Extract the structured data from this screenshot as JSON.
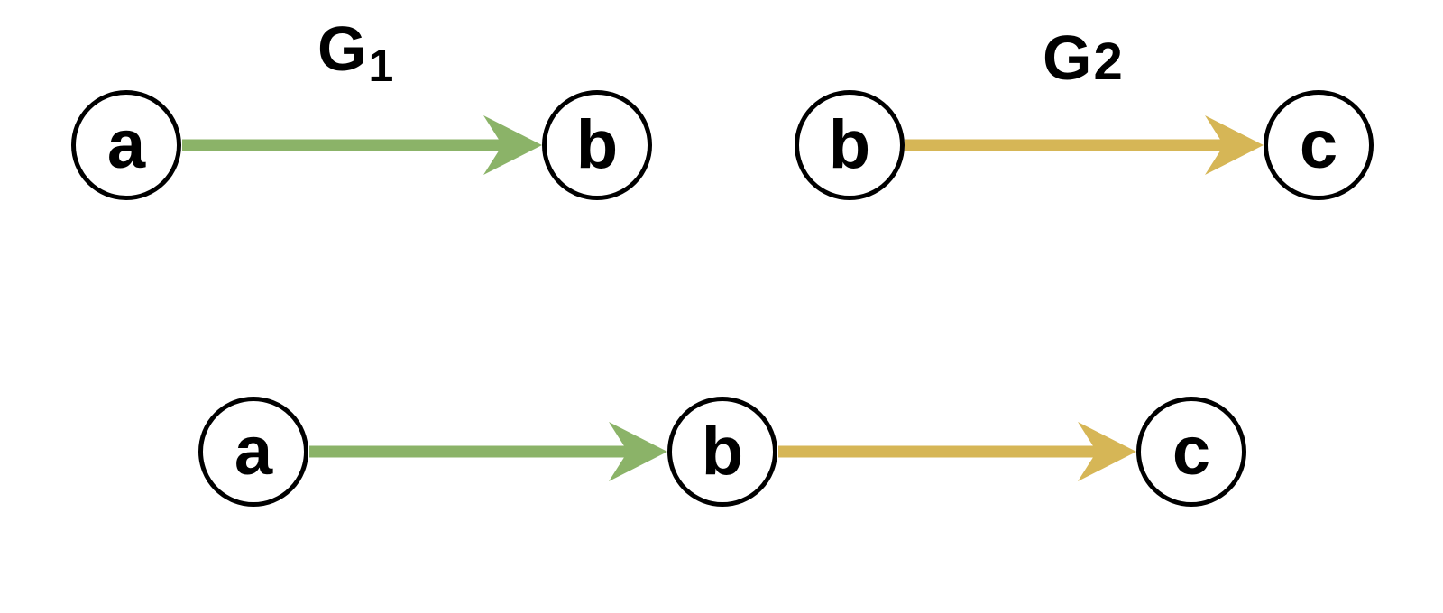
{
  "colors": {
    "edge_green": "#8BB368",
    "edge_yellow": "#D6B656",
    "node_stroke": "#000000",
    "background": "#FFFFFF"
  },
  "graph1": {
    "title_main": "G",
    "title_sub": "1",
    "node_a": "a",
    "node_b": "b"
  },
  "graph2": {
    "title_main": "G",
    "title_num": "2",
    "node_b": "b",
    "node_c": "c"
  },
  "merged": {
    "node_a": "a",
    "node_b": "b",
    "node_c": "c"
  }
}
